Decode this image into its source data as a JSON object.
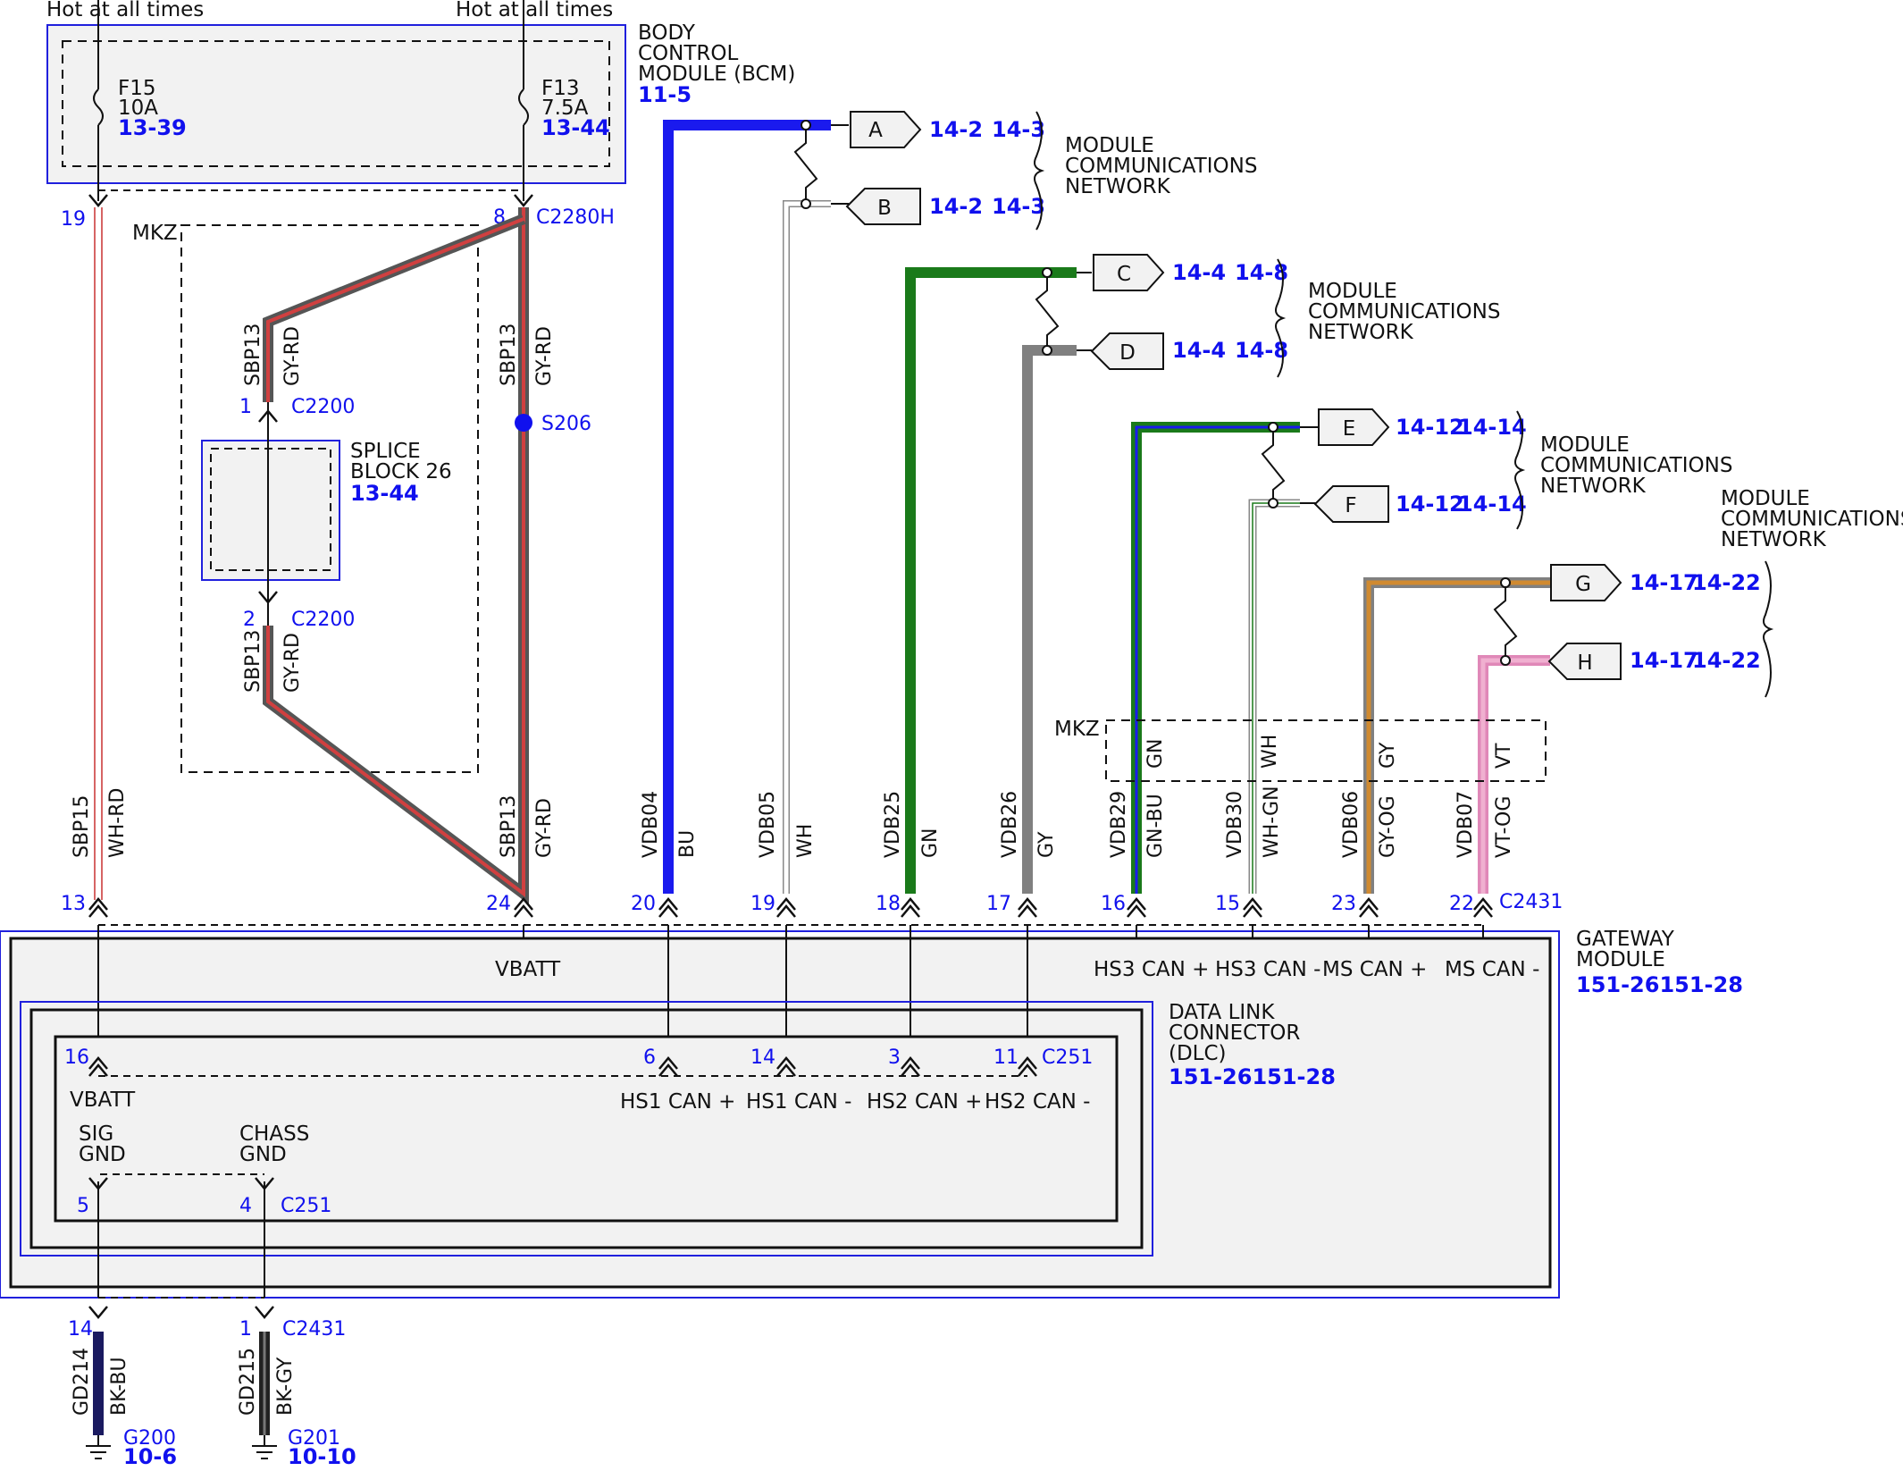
{
  "power": {
    "hot_left": "Hot at all times",
    "hot_right": "Hot at all times",
    "fuse_left": {
      "name": "F15",
      "rating": "10A",
      "ref": "13-39"
    },
    "fuse_right": {
      "name": "F13",
      "rating": "7.5A",
      "ref": "13-44"
    }
  },
  "bcm": {
    "line1": "BODY",
    "line2": "CONTROL",
    "line3": "MODULE (BCM)",
    "ref": "11-5"
  },
  "mkz": "MKZ",
  "mkz2": "MKZ",
  "pins": {
    "p19_top": "19",
    "p8_top": "8",
    "c2280h": "C2280H",
    "p1": "1",
    "c2200a": "C2200",
    "p2": "2",
    "c2200b": "C2200",
    "s206": "S206",
    "p13": "13",
    "p24": "24",
    "p20": "20",
    "p19": "19",
    "p18": "18",
    "p17": "17",
    "p16": "16",
    "p15": "15",
    "p23": "23",
    "p22": "22",
    "c2431": "C2431",
    "dlc16": "16",
    "dlc6": "6",
    "dlc14": "14",
    "dlc3": "3",
    "dlc11": "11",
    "c251": "C251",
    "dlc5": "5",
    "dlc4": "4",
    "c251b": "C251",
    "g14": "14",
    "g1": "1",
    "c2431b": "C2431"
  },
  "splice": {
    "line1": "SPLICE",
    "line2": "BLOCK 26",
    "ref": "13-44"
  },
  "wires": {
    "sbp15": {
      "circuit": "SBP15",
      "color": "WH-RD"
    },
    "sbp13_upper": {
      "circuit": "SBP13",
      "color": "GY-RD"
    },
    "sbp13_lower": {
      "circuit": "SBP13",
      "color": "GY-RD"
    },
    "sbp13_right": {
      "circuit": "SBP13",
      "color": "GY-RD"
    },
    "sbp13_bottom": {
      "circuit": "SBP13",
      "color": "GY-RD"
    },
    "vdb04": {
      "circuit": "VDB04",
      "color": "BU"
    },
    "vdb05": {
      "circuit": "VDB05",
      "color": "WH"
    },
    "vdb25": {
      "circuit": "VDB25",
      "color": "GN"
    },
    "vdb26": {
      "circuit": "VDB26",
      "color": "GY"
    },
    "vdb29": {
      "circuit": "VDB29",
      "color": "GN-BU"
    },
    "vdb30": {
      "circuit": "VDB30",
      "color": "WH-GN"
    },
    "vdb06": {
      "circuit": "VDB06",
      "color": "GY-OG"
    },
    "vdb07": {
      "circuit": "VDB07",
      "color": "VT-OG"
    },
    "mkz_gn": "GN",
    "mkz_wh": "WH",
    "mkz_gy": "GY",
    "mkz_vt": "VT",
    "gd214": {
      "circuit": "GD214",
      "color": "BK-BU"
    },
    "gd215": {
      "circuit": "GD215",
      "color": "BK-GY"
    }
  },
  "connectors": [
    {
      "letter": "A",
      "ref1": "14-2",
      "ref2": "14-3"
    },
    {
      "letter": "B",
      "ref1": "14-2",
      "ref2": "14-3"
    },
    {
      "letter": "C",
      "ref1": "14-4",
      "ref2": "14-8"
    },
    {
      "letter": "D",
      "ref1": "14-4",
      "ref2": "14-8"
    },
    {
      "letter": "E",
      "ref1": "14-12",
      "ref2": "14-14"
    },
    {
      "letter": "F",
      "ref1": "14-12",
      "ref2": "14-14"
    },
    {
      "letter": "G",
      "ref1": "14-17",
      "ref2": "14-22"
    },
    {
      "letter": "H",
      "ref1": "14-17",
      "ref2": "14-22"
    }
  ],
  "network_labels": [
    {
      "l1": "MODULE",
      "l2": "COMMUNICATIONS",
      "l3": "NETWORK"
    },
    {
      "l1": "MODULE",
      "l2": "COMMUNICATIONS",
      "l3": "NETWORK"
    },
    {
      "l1": "MODULE",
      "l2": "COMMUNICATIONS",
      "l3": "NETWORK"
    },
    {
      "l1": "MODULE",
      "l2": "COMMUNICATIONS",
      "l3": "NETWORK"
    }
  ],
  "gateway": {
    "vbatt": "VBATT",
    "hs3p": "HS3 CAN +",
    "hs3m": "HS3 CAN -",
    "msp": "MS CAN +",
    "msm": "MS CAN -",
    "line1": "GATEWAY",
    "line2": "MODULE",
    "ref": "151-26151-28"
  },
  "dlc": {
    "line1": "DATA LINK",
    "line2": "CONNECTOR",
    "line3": "(DLC)",
    "ref": "151-26151-28",
    "vbatt": "VBATT",
    "hs1p": "HS1 CAN +",
    "hs1m": "HS1 CAN -",
    "hs2p": "HS2 CAN +",
    "hs2m": "HS2 CAN -",
    "sig1": "SIG",
    "sig2": "GND",
    "chass1": "CHASS",
    "chass2": "GND"
  },
  "grounds": {
    "g200": "G200",
    "g200_ref": "10-6",
    "g201": "G201",
    "g201_ref": "10-10"
  }
}
